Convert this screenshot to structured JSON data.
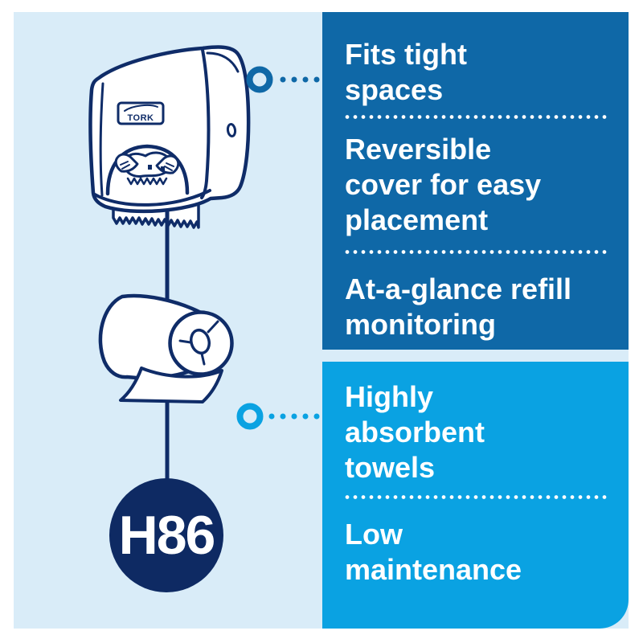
{
  "colors": {
    "page_bg": "#ffffff",
    "canvas_bg": "#d9ecf8",
    "panel_primary_blue": "#0f68a7",
    "panel_secondary_blue": "#0aa2e2",
    "line_art_navy": "#0f2c68",
    "badge_navy": "#0e2a63",
    "text_white": "#ffffff"
  },
  "illustration": {
    "logo_text": "TORK"
  },
  "badge": {
    "label": "H86"
  },
  "panel_top": {
    "features": [
      {
        "lines": [
          "Fits tight",
          "spaces"
        ]
      },
      {
        "lines": [
          "Reversible",
          "cover for easy",
          "placement"
        ]
      },
      {
        "lines": [
          "At-a-glance refill",
          "monitoring"
        ]
      }
    ]
  },
  "panel_bottom": {
    "features": [
      {
        "lines": [
          "Highly",
          "absorbent",
          "towels"
        ]
      },
      {
        "lines": [
          "Low",
          "maintenance"
        ]
      }
    ]
  }
}
